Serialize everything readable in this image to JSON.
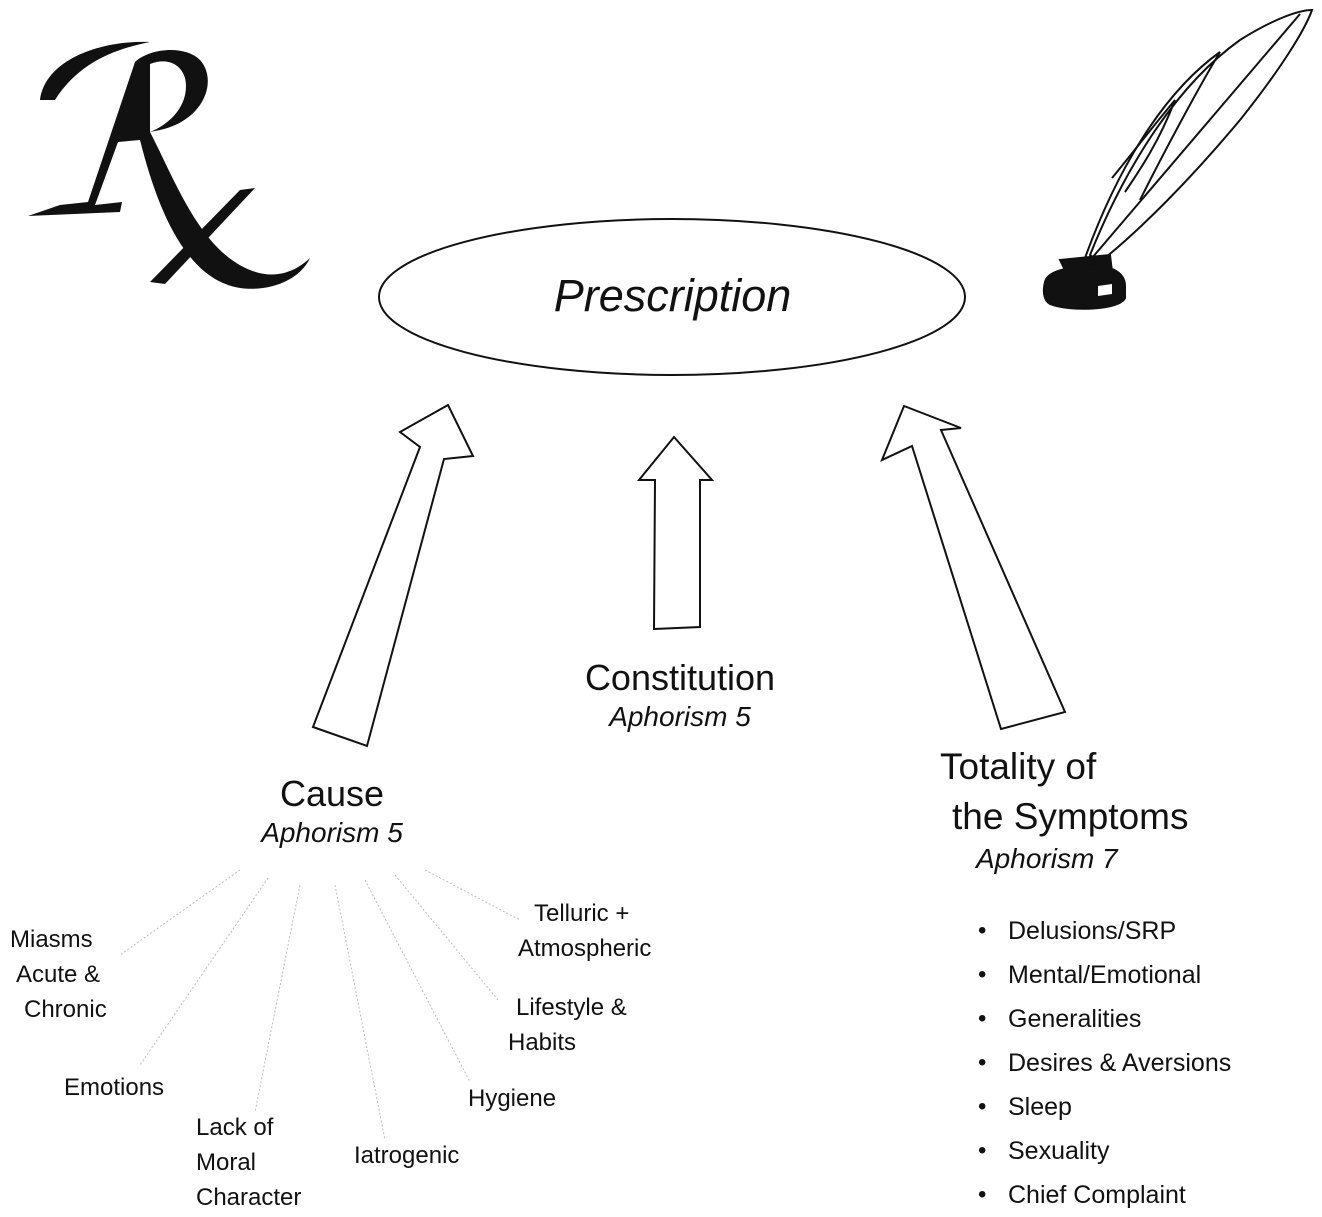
{
  "logos": {
    "rx_icon": "rx-symbol",
    "quill_icon": "quill-and-inkwell"
  },
  "center": {
    "title": "Prescription"
  },
  "constitution": {
    "title": "Constitution",
    "reference": "Aphorism 5"
  },
  "cause": {
    "title": "Cause",
    "reference": "Aphorism 5",
    "factors": [
      {
        "lines": [
          "Miasms",
          "Acute &",
          "Chronic"
        ]
      },
      {
        "lines": [
          "Emotions"
        ]
      },
      {
        "lines": [
          "Lack of",
          "Moral",
          "Character"
        ]
      },
      {
        "lines": [
          "Iatrogenic"
        ]
      },
      {
        "lines": [
          "Hygiene"
        ]
      },
      {
        "lines": [
          "Lifestyle &",
          "Habits"
        ]
      },
      {
        "lines": [
          "Telluric +",
          "Atmospheric"
        ]
      }
    ]
  },
  "totality": {
    "title_line1": "Totality of",
    "title_line2": "the Symptoms",
    "reference": "Aphorism 7",
    "items": [
      "Delusions/SRP",
      "Mental/Emotional",
      "Generalities",
      "Desires & Aversions",
      "Sleep",
      "Sexuality",
      "Chief Complaint"
    ]
  },
  "colors": {
    "ink": "#111111",
    "connector": "#bdbdbd",
    "background": "#ffffff"
  }
}
